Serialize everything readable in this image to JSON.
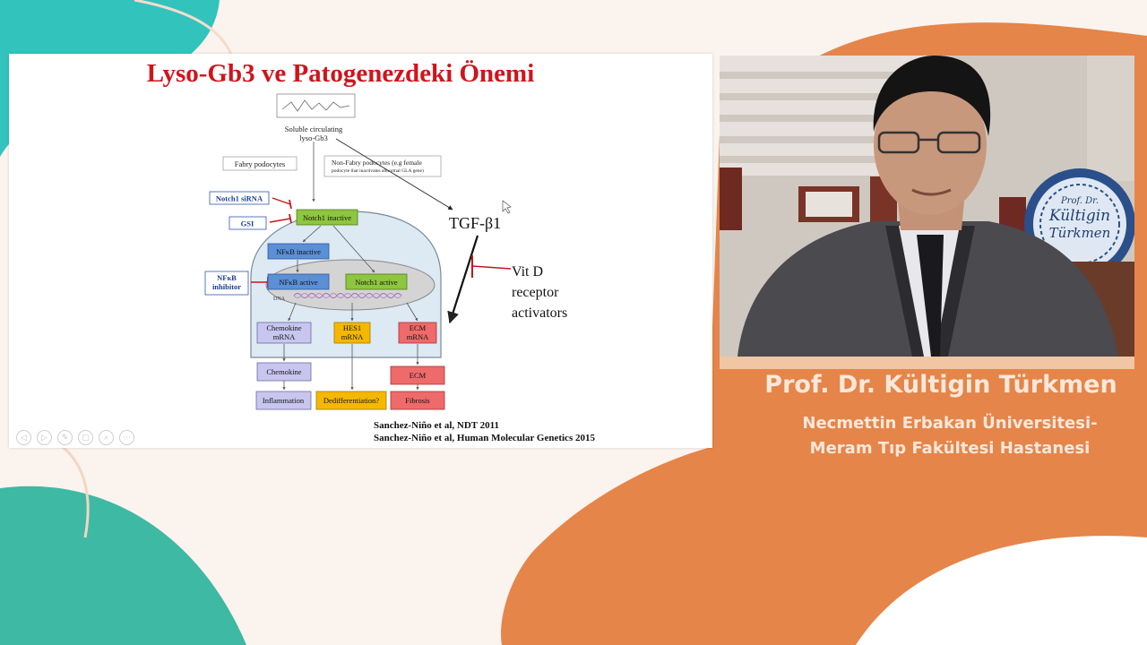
{
  "slide": {
    "title": "Lyso-Gb3 ve Patogenezdeki Önemi",
    "diagram": {
      "soluble": [
        "Soluble circulating",
        "lyso-Gb3"
      ],
      "fabry_podocytes": "Fabry podocytes",
      "non_fabry": [
        "Non-Fabry podocytes (e.g female",
        "podocyte that inactivates abnormal GLA gene)"
      ],
      "notch1_sirna": "Notch1 siRNA",
      "gsi": "GSI",
      "notch1_inactive": "Notch1 inactive",
      "nfkb_inactive": "NFκB inactive",
      "nfkb_inhibitor": [
        "NFκB",
        "inhibitor"
      ],
      "nfkb_active": "NFκB active",
      "notch1_active": "Notch1 active",
      "dna": "DNA",
      "chemokine_mrna": [
        "Chemokine",
        "mRNA"
      ],
      "hes1_mrna": [
        "HES1",
        "mRNA"
      ],
      "ecm_mrna": [
        "ECM",
        "mRNA"
      ],
      "chemokine": "Chemokine",
      "ecm": "ECM",
      "inflammation": "Inflammation",
      "dedifferentiation": "Dedifferentiation?",
      "fibrosis": "Fibrosis",
      "tgf": "TGF-β1",
      "vitd": [
        "Vit D",
        "receptor",
        "activators"
      ]
    },
    "references": [
      "Sanchez-Niño et al, NDT 2011",
      "Sanchez-Niño et al, Human Molecular Genetics 2015"
    ],
    "controls": [
      "◁",
      "▷",
      "✎",
      "▢",
      "⌕",
      "⋯"
    ]
  },
  "speaker": {
    "name": "Prof. Dr. Kültigin Türkmen",
    "affiliation": [
      "Necmettin Erbakan Üniversitesi-",
      "Meram Tıp Fakültesi Hastanesi"
    ],
    "plate_text": [
      "Prof. Dr.",
      "Kültigin",
      "Türkmen"
    ]
  },
  "colors": {
    "background": "#fbf3ee",
    "teal": "#33c3bd",
    "orange": "#e5854a",
    "title_red": "#d0141c",
    "green_box": "#8dc63f",
    "blue_box": "#5b8fd6",
    "yellow_box": "#f5b800",
    "red_box": "#ef6a6a",
    "lavender_box": "#c8c6ef"
  }
}
